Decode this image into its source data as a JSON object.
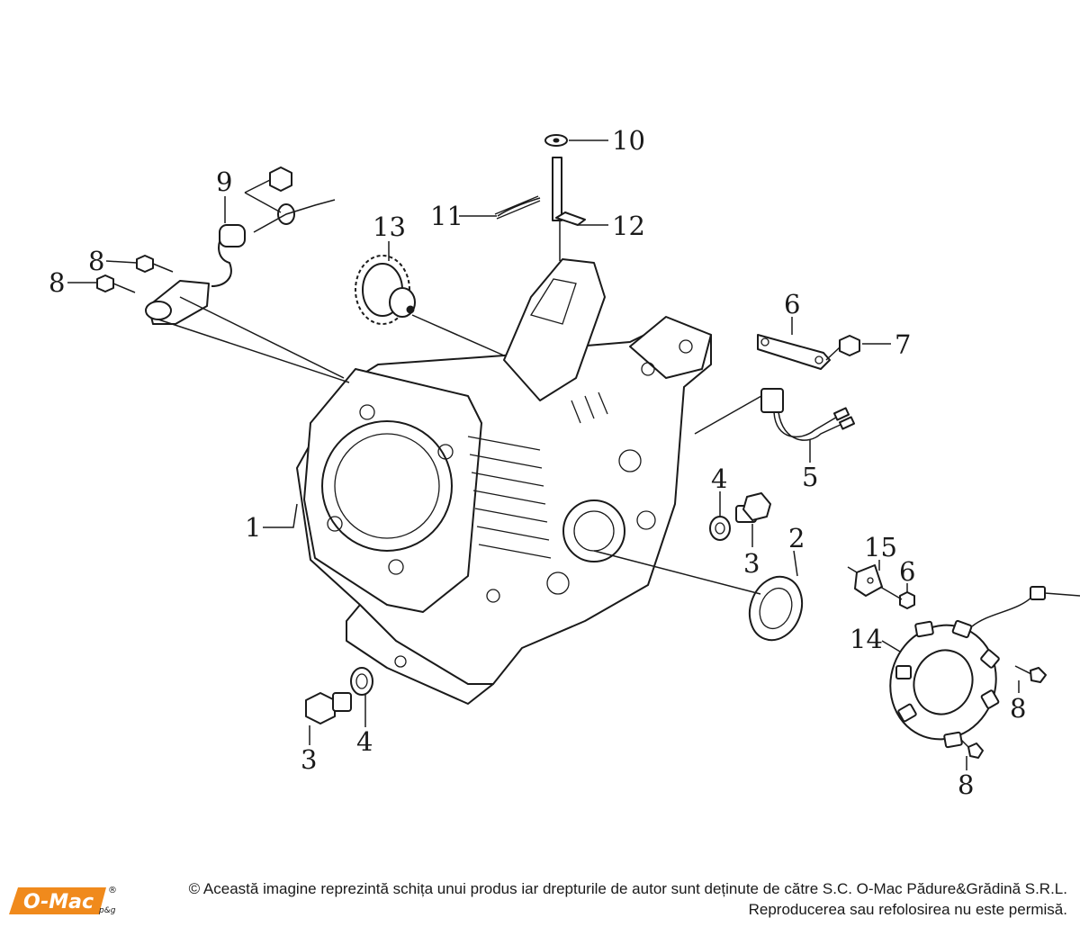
{
  "diagram": {
    "callouts": [
      "1",
      "2",
      "3",
      "3",
      "4",
      "4",
      "5",
      "6",
      "6",
      "7",
      "8",
      "8",
      "8",
      "8",
      "9",
      "10",
      "11",
      "12",
      "13",
      "14",
      "15"
    ]
  },
  "footer": {
    "logo_text": "O-Mac",
    "logo_mark": "®",
    "logo_suffix": "p&g",
    "copyright_line_1": "© Această imagine reprezintă schița unui produs iar drepturile de autor sunt deținute de către S.C. O-Mac Pădure&Grădină S.R.L.",
    "copyright_line_2": "Reproducerea sau refolosirea nu este permisă."
  },
  "colors": {
    "line": "#1a1a1a",
    "logo_orange": "#f08a1c",
    "logo_text": "#ffffff"
  }
}
